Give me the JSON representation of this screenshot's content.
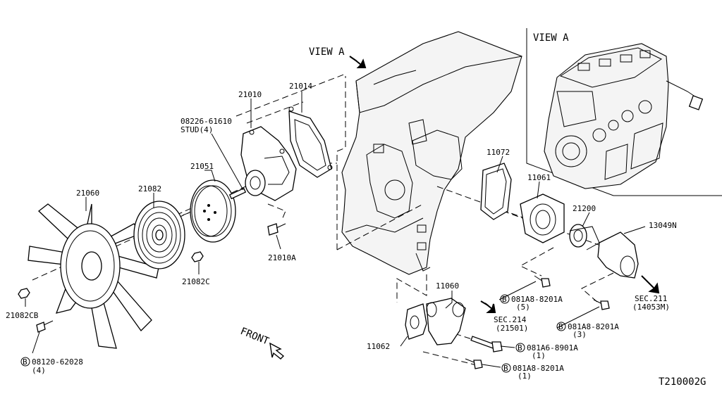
{
  "diagram_code": "T210002G",
  "view_a": {
    "main_label": "VIEW A",
    "inset_title": "VIEW A"
  },
  "front_label": "FRONT",
  "parts": {
    "p21060": "21060",
    "p21082": "21082",
    "p21051": "21051",
    "p21010": "21010",
    "p21014": "21014",
    "stud_part": "08226-61610",
    "stud_desc": "STUD(4)",
    "p21010A": "21010A",
    "p21082C": "21082C",
    "p21082CB": "21082CB",
    "p11072": "11072",
    "p11061": "11061",
    "p21200": "21200",
    "p13049N": "13049N",
    "p11060": "11060",
    "p11062": "11062"
  },
  "bolts": {
    "b1_code": "B",
    "b1_part": "08120-62028",
    "b1_qty": "(4)",
    "b2_code": "B",
    "b2_part": "081A8-8201A",
    "b2_qty": "(5)",
    "b3_code": "B",
    "b3_part": "081A8-8201A",
    "b3_qty": "(3)",
    "b4_code": "B",
    "b4_part": "081A6-8901A",
    "b4_qty": "(1)",
    "b5_code": "B",
    "b5_part": "081A8-8201A",
    "b5_qty": "(1)"
  },
  "sections": {
    "sec214": "SEC.214",
    "sec214_ref": "(21501)",
    "sec211": "SEC.211",
    "sec211_ref": "(14053M)"
  }
}
